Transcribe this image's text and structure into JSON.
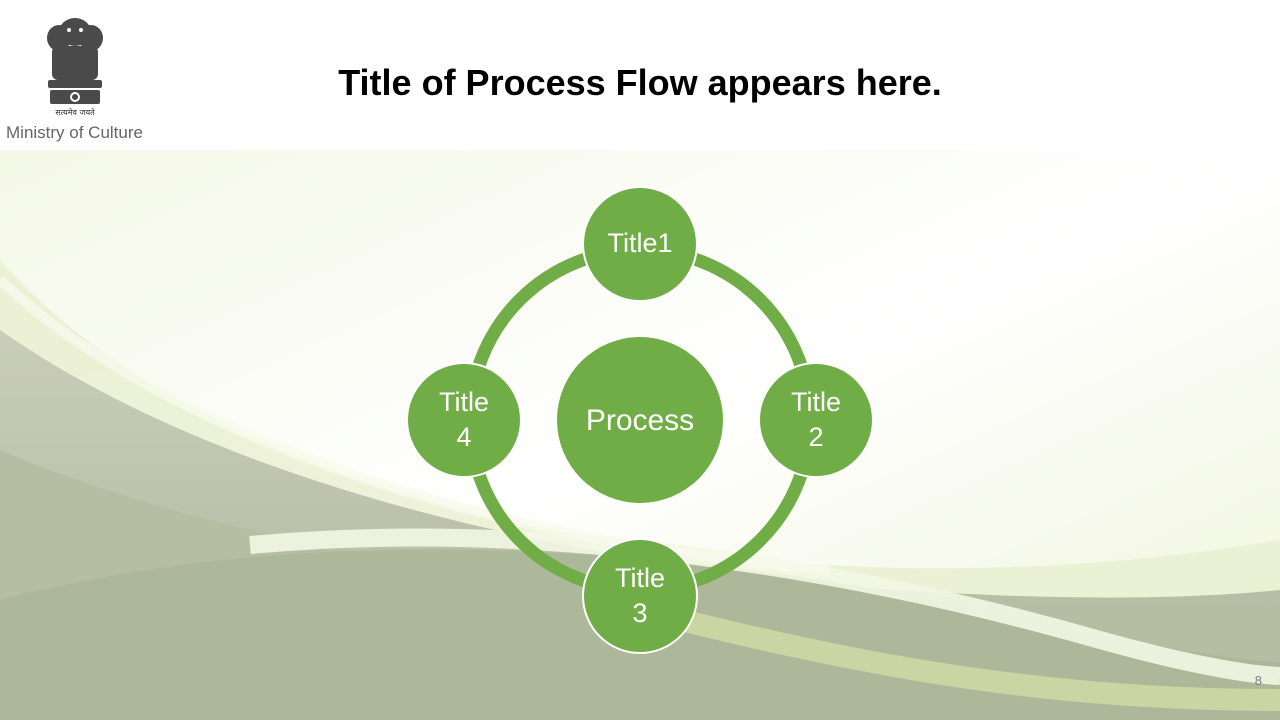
{
  "logo": {
    "name": "national-emblem-icon",
    "motto": "सत्यमेव जयते"
  },
  "ministry_label": "Ministry of Culture",
  "title": "Title of Process Flow appears here.",
  "diagram": {
    "center": "Process",
    "nodes": [
      {
        "label": "Title1"
      },
      {
        "label": "Title\n2"
      },
      {
        "label": "Title\n3"
      },
      {
        "label": "Title\n4"
      }
    ]
  },
  "slide_number": "8",
  "colors": {
    "accent": "#70ad47",
    "ring": "#70ad47",
    "text_on_accent": "#ffffff"
  }
}
